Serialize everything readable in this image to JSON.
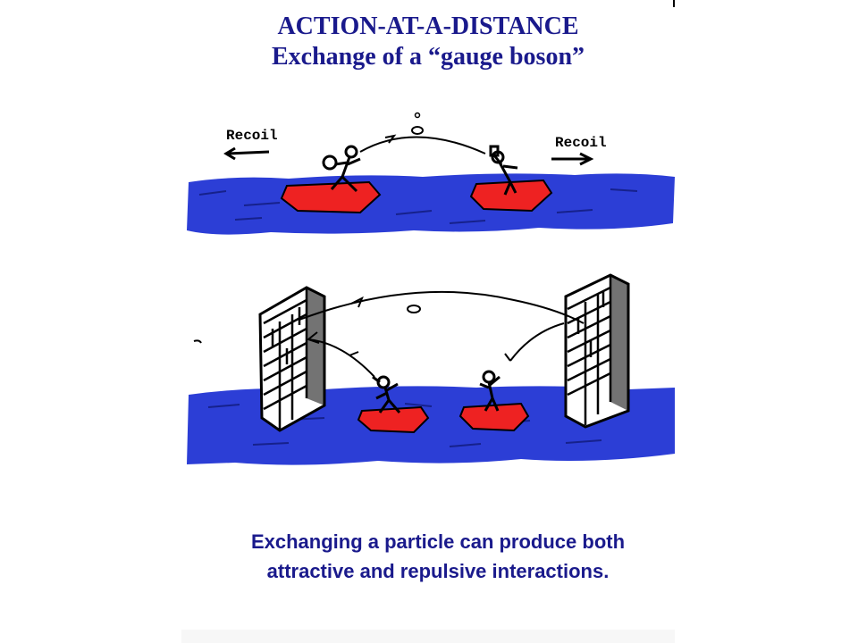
{
  "slide": {
    "title": "ACTION-AT-A-DISTANCE",
    "subtitle": "Exchange of a “gauge boson”",
    "caption_line1": "Exchanging a particle can produce both",
    "caption_line2": "attractive and repulsive interactions."
  },
  "drawing": {
    "recoil_left": "Recoil",
    "recoil_right": "Recoil"
  },
  "colors": {
    "title_text": "#1a1a8c",
    "water": "#2c3ed6",
    "boat": "#ee2222",
    "wall": "#ffffff"
  }
}
